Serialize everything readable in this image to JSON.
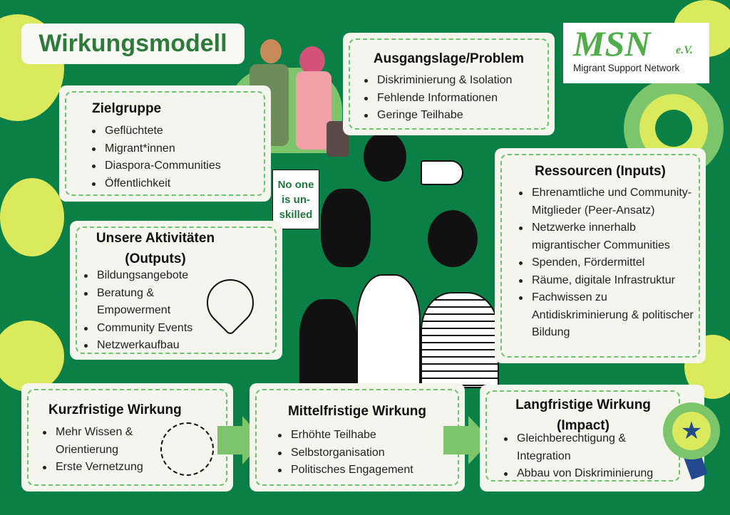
{
  "title": "Wirkungsmodell",
  "logo": {
    "mark": "MSN",
    "suffix": "e.V.",
    "name": "Migrant Support Network"
  },
  "sign": "No one is un-skilled",
  "ausgangslage": {
    "title": "Ausgangslage/Problem",
    "items": [
      "Diskriminierung & Isolation",
      "Fehlende Informationen",
      "Geringe Teilhabe"
    ]
  },
  "zielgruppe": {
    "title": "Zielgruppe",
    "items": [
      "Geflüchtete",
      "Migrant*innen",
      "Diaspora-Communities",
      "Öffentlichkeit"
    ]
  },
  "ressourcen": {
    "title": "Ressourcen (Inputs)",
    "items": [
      "Ehrenamtliche und Community-Mitglieder (Peer-Ansatz)",
      "Netzwerke innerhalb migrantischer Communities",
      "Spenden, Fördermittel",
      "Räume, digitale Infrastruktur",
      "Fachwissen zu Antidiskriminierung & politischer Bildung"
    ]
  },
  "aktivitaeten": {
    "title": "Unsere Aktivitäten (Outputs)",
    "items": [
      "Bildungsangebote",
      "Beratung & Empowerment",
      "Community Events",
      "Netzwerkaufbau"
    ]
  },
  "kurz": {
    "title": "Kurzfristige Wirkung",
    "items": [
      "Mehr Wissen & Orientierung",
      "Erste Vernetzung"
    ]
  },
  "mittel": {
    "title": "Mittelfristige Wirkung",
    "items": [
      "Erhöhte Teilhabe",
      "Selbstorganisation",
      "Politisches Engagement"
    ]
  },
  "lang": {
    "title": "Langfristige Wirkung (Impact)",
    "items": [
      "Gleichberechtigung & Integration",
      "Abbau von Diskriminierung"
    ]
  }
}
